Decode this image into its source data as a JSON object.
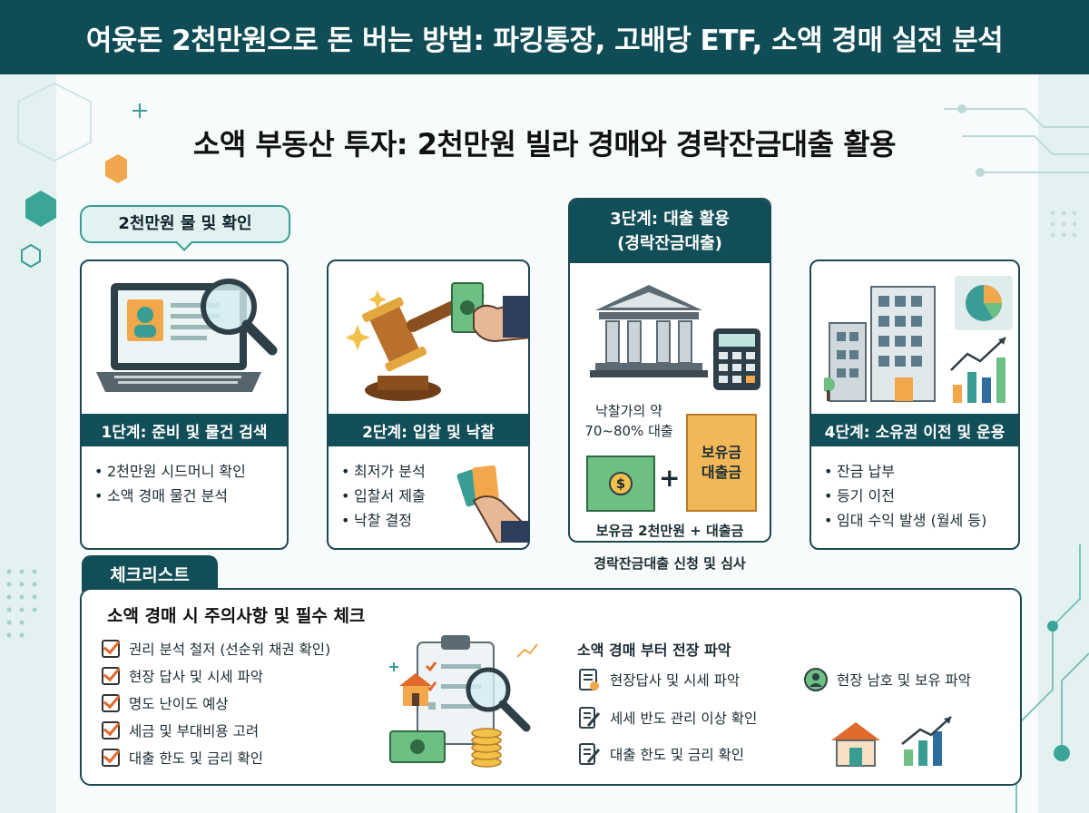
{
  "header": {
    "title": "여윳돈 2천만원으로 돈 버는 방법: 파킹통장, 고배당 ETF, 소액 경매 실전 분석"
  },
  "section": {
    "title": "소액 부동산 투자: 2천만원 빌라 경매와 경락잔금대출 활용"
  },
  "bubble": {
    "label": "2천만원 물 및 확인"
  },
  "steps": [
    {
      "title": "1단계: 준비 및 물건 검색",
      "items": [
        "2천만원 시드머니 확인",
        "소액 경매 물건 분석"
      ]
    },
    {
      "title": "2단계: 입찰 및 낙찰",
      "items": [
        "최저가 분석",
        "입찰서 제출",
        "낙찰 결정"
      ]
    },
    {
      "title_line1": "3단계: 대출 활용",
      "title_line2": "(경락잔금대출)",
      "loan_note_line1": "낙찰가의 약",
      "loan_note_line2": "70~80% 대출",
      "cash_symbol": "$",
      "plus": "+",
      "loan_box_line1": "보유금",
      "loan_box_line2": "대출금",
      "formula": "보유금 2천만원 + 대출금",
      "caption": "경락잔금대출 신청 및 심사"
    },
    {
      "title": "4단계: 소유권 이전 및 운용",
      "items": [
        "잔금 납부",
        "등기 이전",
        "임대 수익 발생 (월세 등)"
      ]
    }
  ],
  "checklist": {
    "tab": "체크리스트",
    "heading": "소액 경매 시 주의사항 및 필수 체크",
    "items": [
      "권리 분석 철저 (선순위 채권 확인)",
      "현장 답사 및 시세 파악",
      "명도 난이도 예상",
      "세금 및 부대비용 고려",
      "대출 한도 및 금리 확인"
    ],
    "right_title": "소액 경매 부터 전장 파악",
    "right_items": [
      "현장답사 및 시세 파악",
      "세세 반도 관리 이상 확인",
      "대출 한도 및 금리 확인"
    ],
    "side_item": "현장 남호 및 보유 파악"
  },
  "colors": {
    "header_bg": "#0f4c55",
    "band": "#124e57",
    "accent_teal": "#3a9d93",
    "accent_orange": "#f2a84a",
    "money_green": "#6dbf83",
    "check_orange": "#e06a2a"
  },
  "icons": [
    "laptop-icon",
    "magnifier-icon",
    "gavel-icon",
    "money-hand-icon",
    "bank-icon",
    "calculator-icon",
    "building-icon",
    "pie-chart-icon",
    "growth-chart-icon",
    "clipboard-icon",
    "house-icon",
    "coins-icon",
    "checkbox-icon",
    "person-icon"
  ]
}
